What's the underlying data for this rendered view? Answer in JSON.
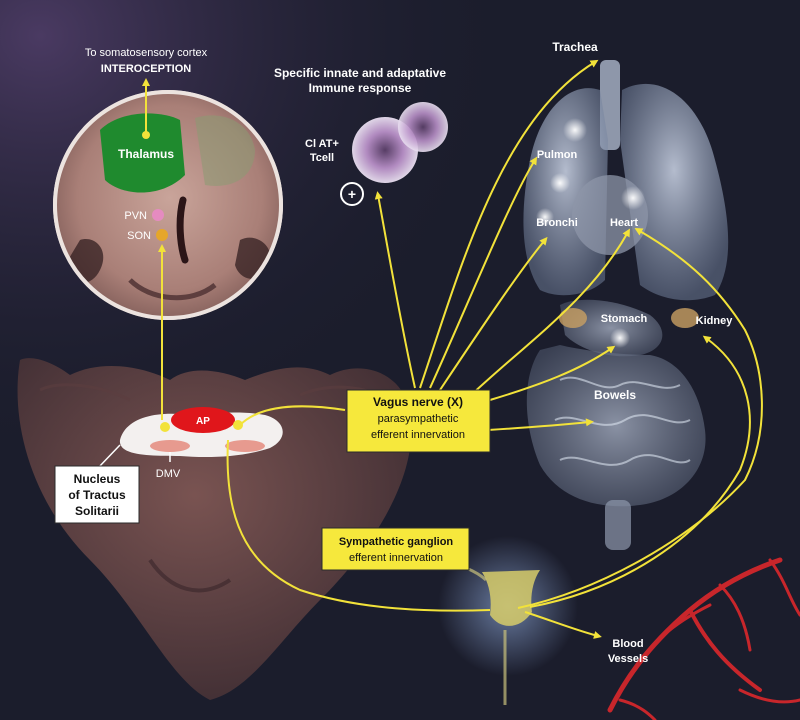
{
  "labels": {
    "cortex_line1": "To somatosensory cortex",
    "cortex_line2": "INTEROCEPTION",
    "thalamus": "Thalamus",
    "pvn": "PVN",
    "son": "SON",
    "immune_line1": "Specific innate and adaptative",
    "immune_line2": "Immune response",
    "tcell_line1": "Cl AT+",
    "tcell_line2": "Tcell",
    "plus": "+",
    "trachea": "Trachea",
    "pulmon": "Pulmon",
    "bronchi": "Bronchi",
    "heart": "Heart",
    "stomach": "Stomach",
    "kidney": "Kidney",
    "bowels": "Bowels",
    "ap": "AP",
    "dmv": "DMV",
    "nts_line1": "Nucleus",
    "nts_line2": "of Tractus",
    "nts_line3": "Solitarii",
    "vagus_line1": "Vagus nerve (X)",
    "vagus_line2": "parasympathetic",
    "vagus_line3": "efferent innervation",
    "symp_line1": "Sympathetic ganglion",
    "symp_line2": "efferent innervation",
    "blood_line1": "Blood",
    "blood_line2": "Vessels"
  },
  "colors": {
    "background": "#1b1d2c",
    "arrow": "#f2e23a",
    "thalamus": "#1f8a2e",
    "pvn": "#e58bc0",
    "son": "#e6a62a",
    "ap": "#e0161b",
    "label_box": "#f6e83c",
    "vessels": "#c8262b"
  }
}
